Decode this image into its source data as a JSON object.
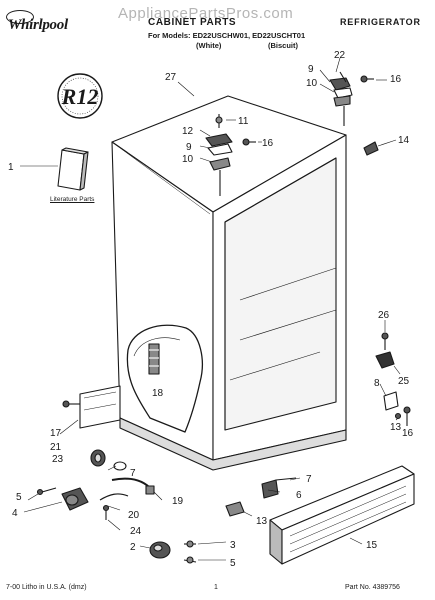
{
  "header": {
    "brand": "Whirlpool",
    "watermark": "AppliancePartsPros.com",
    "title": "CABINET PARTS",
    "category": "REFRIGERATOR",
    "models": "For Models: ED22USCHW01, ED22USCHT01",
    "variant_white": "(White)",
    "variant_biscuit": "(Biscuit)"
  },
  "stamp": {
    "text": "R12"
  },
  "literature_label": "Literature Parts",
  "callouts": [
    "27",
    "22",
    "9",
    "10",
    "16",
    "11",
    "12",
    "9",
    "16",
    "10",
    "14",
    "1",
    "26",
    "25",
    "8",
    "13",
    "16",
    "18",
    "17",
    "21",
    "23",
    "7",
    "5",
    "4",
    "20",
    "19",
    "24",
    "2",
    "7",
    "6",
    "13",
    "3",
    "5",
    "15"
  ],
  "footer": {
    "left": "7-00 Litho in U.S.A. (dmz)",
    "page": "1",
    "part": "Part No. 4389756"
  }
}
